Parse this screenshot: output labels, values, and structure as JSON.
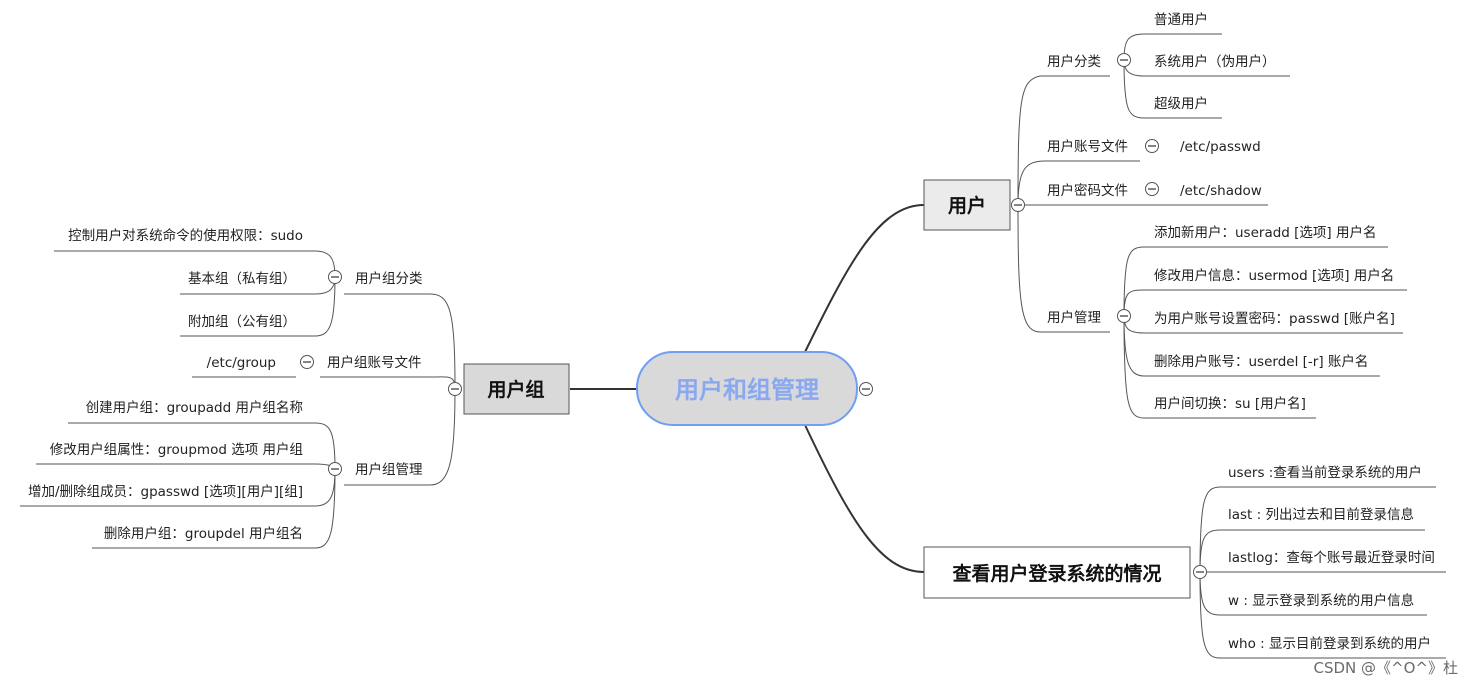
{
  "root": "用户和组管理",
  "topics": {
    "user": "用户",
    "group": "用户组",
    "login": "查看用户登录系统的情况"
  },
  "user_branch": {
    "category": "用户分类",
    "category_items": [
      "普通用户",
      "系统用户（伪用户）",
      "超级用户"
    ],
    "account_file": "用户账号文件",
    "account_file_path": "/etc/passwd",
    "password_file": "用户密码文件",
    "password_file_path": "/etc/shadow",
    "management": "用户管理",
    "management_items": [
      "添加新用户：useradd [选项] 用户名",
      "修改用户信息：usermod [选项] 用户名",
      "为用户账号设置密码：passwd [账户名]",
      "删除用户账号：userdel [-r] 账户名",
      "用户间切换：su [用户名]"
    ]
  },
  "login_branch": {
    "items": [
      "users :查看当前登录系统的用户",
      "last : 列出过去和目前登录信息",
      "lastlog：查每个账号最近登录时间",
      "w : 显示登录到系统的用户信息",
      "who : 显示目前登录到系统的用户"
    ]
  },
  "group_branch": {
    "category": "用户组分类",
    "category_items": [
      "控制用户对系统命令的使用权限：sudo",
      "基本组（私有组）",
      "附加组（公有组）"
    ],
    "account_file": "用户组账号文件",
    "account_file_path": "/etc/group",
    "management": "用户组管理",
    "management_items": [
      "创建用户组：groupadd  用户组名称",
      "修改用户组属性：groupmod 选项 用户组",
      "增加/删除组成员：gpasswd [选项][用户][组]",
      "删除用户组：groupdel 用户组名"
    ]
  },
  "watermark": "CSDN @《^O^》杜"
}
